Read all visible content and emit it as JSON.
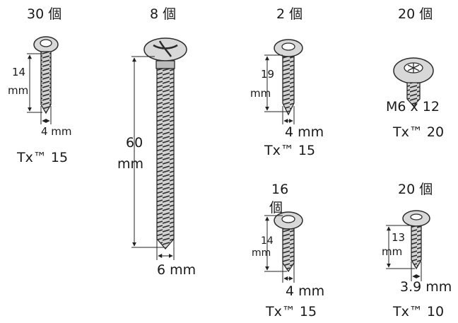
{
  "screws": [
    {
      "quantity": "30 個",
      "length": "14",
      "length_unit": "mm",
      "diameter": "4 mm",
      "drive": "Tx™ 15"
    },
    {
      "quantity": "8 個",
      "length": "60",
      "length_unit": "mm",
      "diameter": "6 mm"
    },
    {
      "quantity": "2 個",
      "length": "19",
      "length_unit": "mm",
      "diameter": "4 mm",
      "drive": "Tx™ 15"
    },
    {
      "quantity": "20 個",
      "size": "M6 x 12",
      "drive": "Tx™ 20"
    },
    {
      "quantity_line1": "16",
      "quantity_line2": "個",
      "length": "14",
      "length_unit": "mm",
      "diameter": "4 mm",
      "drive": "Tx™ 15"
    },
    {
      "quantity": "20 個",
      "length": "13",
      "length_unit": "mm",
      "diameter": "3.9 mm",
      "drive": "Tx™ 10"
    }
  ]
}
